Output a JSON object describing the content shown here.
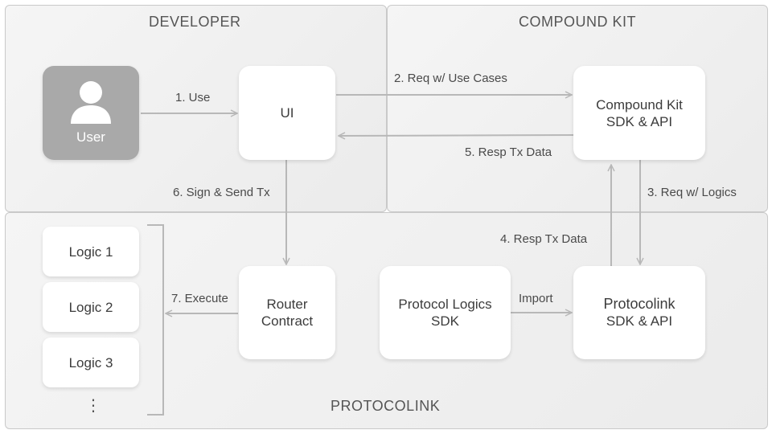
{
  "panels": {
    "developer": "DEVELOPER",
    "compound_kit": "COMPOUND KIT",
    "protocolink": "PROTOCOLINK"
  },
  "nodes": {
    "user": "User",
    "ui": "UI",
    "compound_sdk": [
      "Compound Kit",
      "SDK & API"
    ],
    "router": [
      "Router",
      "Contract"
    ],
    "protocol_logics": [
      "Protocol Logics",
      "SDK"
    ],
    "protocolink_sdk": [
      "Protocolink",
      "SDK & API"
    ],
    "logics": [
      "Logic 1",
      "Logic 2",
      "Logic 3"
    ],
    "ellipsis": "⋮"
  },
  "edges": {
    "use": "1. Use",
    "req_use_cases": "2. Req w/ Use Cases",
    "req_logics": "3. Req w/ Logics",
    "resp_tx_4": "4. Resp Tx Data",
    "resp_tx_5": "5. Resp Tx Data",
    "sign_send": "6. Sign & Send Tx",
    "execute": "7. Execute",
    "import": "Import"
  },
  "colors": {
    "arrow": "#b8b8b8",
    "user_box": "#a9a9a9"
  }
}
